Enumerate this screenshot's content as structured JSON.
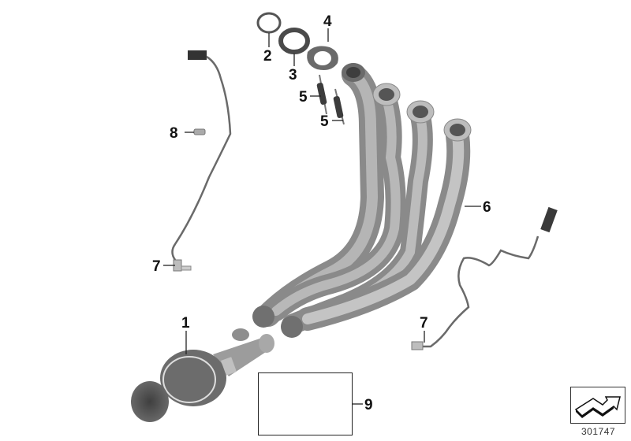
{
  "diagram": {
    "type": "exploded-parts-view",
    "subject": "exhaust manifold / header assembly with catalytic converter and oxygen sensors",
    "diagram_number": "301747",
    "callouts": [
      {
        "id": "c1",
        "label": "1",
        "part": "catalytic converter / pre-silencer"
      },
      {
        "id": "c2",
        "label": "2",
        "part": "retaining ring"
      },
      {
        "id": "c3",
        "label": "3",
        "part": "sealing ring"
      },
      {
        "id": "c4",
        "label": "4",
        "part": "flange gasket"
      },
      {
        "id": "c5a",
        "label": "5",
        "part": "tension spring"
      },
      {
        "id": "c5b",
        "label": "5",
        "part": "tension spring"
      },
      {
        "id": "c6",
        "label": "6",
        "part": "exhaust manifold (4-into-2-into-1 headers)"
      },
      {
        "id": "c7a",
        "label": "7",
        "part": "oxygen sensor (left)"
      },
      {
        "id": "c7b",
        "label": "7",
        "part": "oxygen sensor (right)"
      },
      {
        "id": "c8",
        "label": "8",
        "part": "cable clip"
      },
      {
        "id": "c9",
        "label": "9",
        "part": "heat shield kit with fasteners"
      }
    ],
    "colors": {
      "part_fill": "#9a9a9a",
      "part_dark": "#5a5a5a",
      "part_light": "#c8c8c8",
      "line": "#222222",
      "background": "#ffffff"
    }
  }
}
